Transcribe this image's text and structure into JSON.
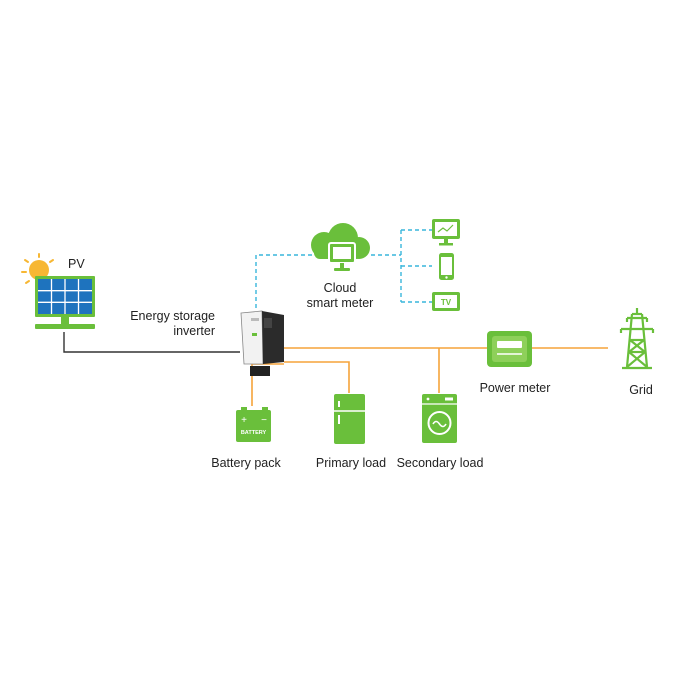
{
  "labels": {
    "pv": "PV",
    "inverter_line1": "Energy storage",
    "inverter_line2": "inverter",
    "cloud_line1": "Cloud",
    "cloud_line2": "smart meter",
    "power_meter": "Power meter",
    "grid": "Grid",
    "battery_pack": "Battery pack",
    "primary_load": "Primary load",
    "secondary_load": "Secondary load",
    "battery_icon_text": "BATTERY",
    "tv_icon_text": "TV",
    "battery_plus": "+",
    "battery_minus": "−"
  },
  "colors": {
    "green": "#6abf3b",
    "green_dark": "#4e9a26",
    "orange": "#f5a33a",
    "cyan_dashed": "#39b6dc",
    "dark_line": "#333333",
    "solar_blue": "#1e73be",
    "sun": "#f7b733"
  }
}
